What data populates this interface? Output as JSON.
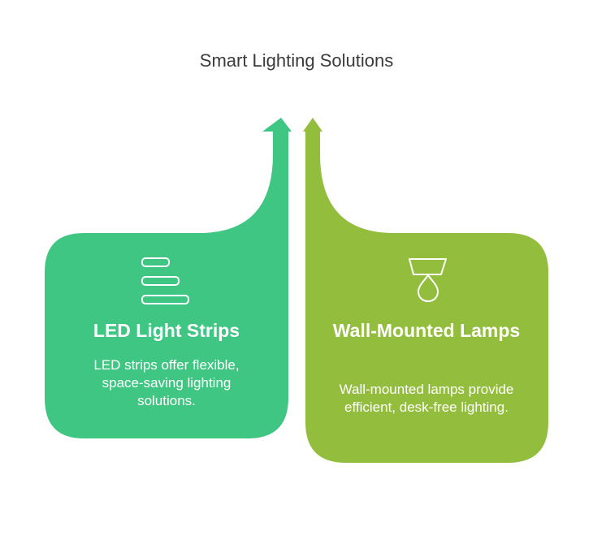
{
  "title": "Smart Lighting Solutions",
  "cards": [
    {
      "title": "LED Light Strips",
      "description": "LED strips offer flexible, space-saving lighting solutions.",
      "icon": "led-strips-icon",
      "color": "#3ec682"
    },
    {
      "title": "Wall-Mounted Lamps",
      "description": "Wall-mounted lamps provide efficient, desk-free lighting.",
      "icon": "lamp-icon",
      "color": "#93bd3c"
    }
  ]
}
